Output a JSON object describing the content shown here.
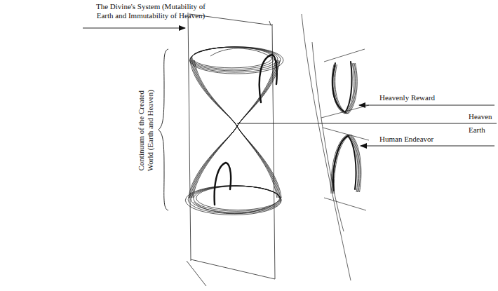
{
  "diagram": {
    "labels": [
      "The Divine's System (Mutability of Earth and Immutability of Heaven)",
      "Continuum of the Created World (Earth and Heaven)",
      "Heavenly Reward",
      "Heaven",
      "Earth",
      "Human Endeavor"
    ]
  }
}
